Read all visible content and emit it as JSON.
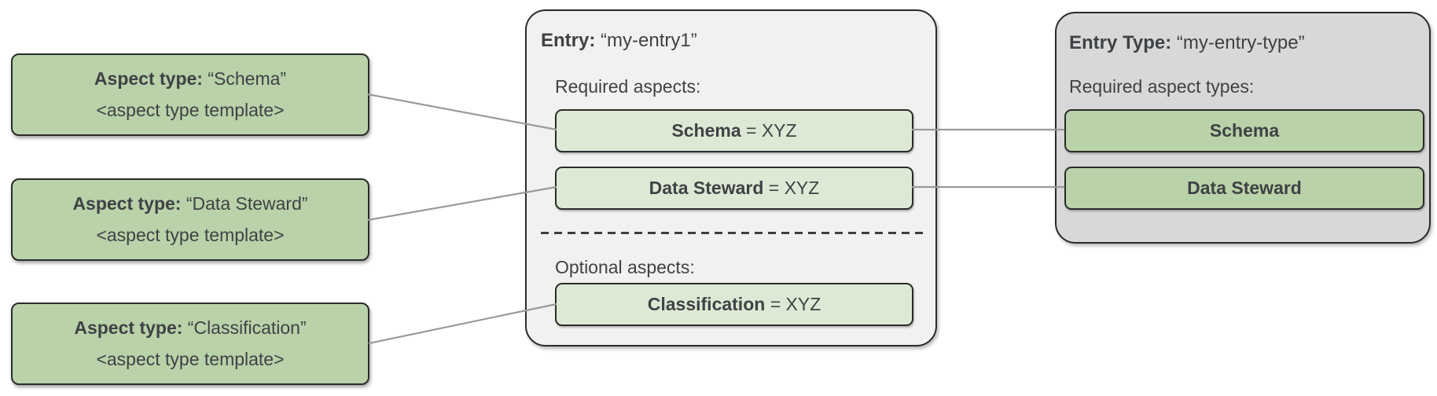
{
  "colors": {
    "aspect_type_green": "#b9d2a9",
    "aspect_row_light_green": "#dde9d4",
    "entry_container_gray": "#f1f1f0",
    "entry_type_container_gray": "#d8d8d8",
    "border_dark": "#2b2b2b",
    "connector_gray": "#9a9a9a",
    "text_dark": "#3f4245"
  },
  "aspect_type_boxes": [
    {
      "title_bold": "Aspect type:",
      "title_value": "“Schema”",
      "subtitle": "<aspect type template>"
    },
    {
      "title_bold": "Aspect type:",
      "title_value": "“Data Steward”",
      "subtitle": "<aspect type template>"
    },
    {
      "title_bold": "Aspect type:",
      "title_value": "“Classification”",
      "subtitle": "<aspect type template>"
    }
  ],
  "entry": {
    "title_bold": "Entry:",
    "title_value": "“my-entry1”",
    "required_label": "Required aspects:",
    "optional_label": "Optional aspects:",
    "required_aspects": [
      {
        "name": "Schema",
        "value_suffix": "= XYZ"
      },
      {
        "name": "Data Steward",
        "value_suffix": "= XYZ"
      }
    ],
    "optional_aspects": [
      {
        "name": "Classification",
        "value_suffix": "= XYZ"
      }
    ]
  },
  "entry_type": {
    "title_bold": "Entry Type:",
    "title_value": "“my-entry-type”",
    "required_label": "Required aspect types:",
    "aspect_types": [
      {
        "name": "Schema"
      },
      {
        "name": "Data Steward"
      }
    ]
  }
}
